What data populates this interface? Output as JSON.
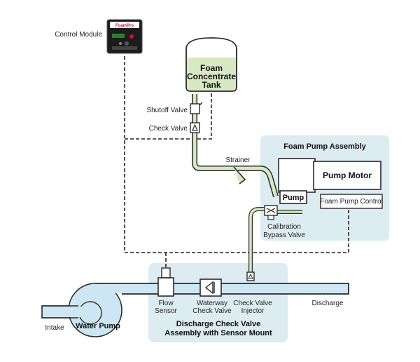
{
  "labels": {
    "control_module": "Control Module",
    "tank_line1": "Foam",
    "tank_line2": "Concentrate",
    "tank_line3": "Tank",
    "shutoff_valve": "Shutoff Valve",
    "check_valve": "Check Valve",
    "foam_pump_assembly": "Foam Pump Assembly",
    "strainer": "Strainer",
    "pump_motor": "Pump Motor",
    "pump": "Pump",
    "foam_pump_control": "Foam Pump Control",
    "calibration_line1": "Calibration",
    "calibration_line2": "Bypass Valve",
    "flow_sensor_line1": "Flow",
    "flow_sensor_line2": "Sensor",
    "waterway_line1": "Waterway",
    "waterway_line2": "Check Valve",
    "injector_line1": "Check Valve",
    "injector_line2": "Injector",
    "discharge": "Discharge",
    "intake": "Intake",
    "water_pump": "Water Pump",
    "assembly_line1": "Discharge Check Valve",
    "assembly_line2": "Assembly with Sensor Mount"
  },
  "control_module_brand": "FoamPro",
  "colors": {
    "assembly_panel": "#dcecf1",
    "water": "#cce7f3",
    "water_stroke": "#2a2a2a",
    "foam_pipe": "#d7e9c2",
    "tank_fill": "#d7e9c2",
    "tank_outline": "#2a2a2a",
    "brand_red": "#c8102e",
    "module_body": "#1c1c1c"
  },
  "icons": {
    "control_module": "control-module-icon",
    "shutoff_valve": "shutoff-valve-icon",
    "check_valve": "check-valve-icon",
    "strainer": "strainer-icon",
    "flow_sensor": "flow-sensor-icon",
    "waterway_check_valve": "waterway-check-valve-icon",
    "injector": "injector-icon",
    "water_pump": "water-pump-icon"
  }
}
